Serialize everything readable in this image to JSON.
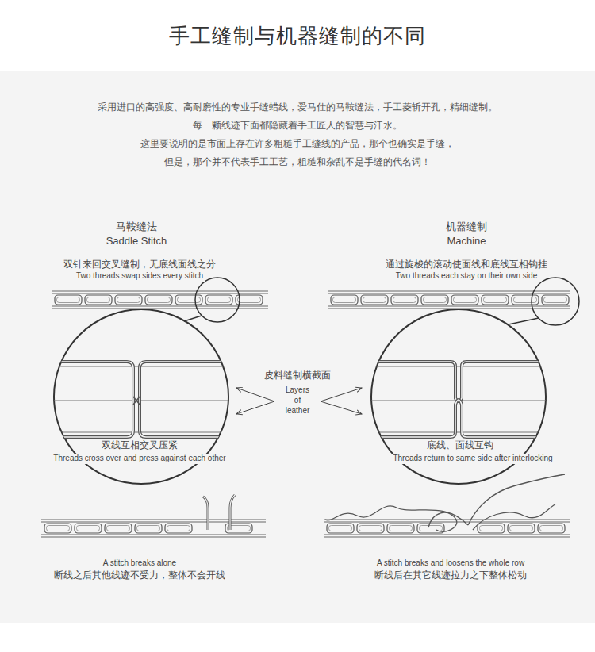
{
  "diagram": {
    "title": "手工缝制与机器缝制的不同",
    "labels": [
      "采用进口的高强度、高耐磨性的专业手缝蜡线，爱马仕的马鞍缝法，手工菱斩开孔，精细缝制。",
      "每一颗线迹下面都隐藏着手工匠人的智慧与汗水。",
      "这里要说明的是市面上存在许多粗糙手工缝线的产品，那个也确实是手缝，",
      "但是，那个并不代表手工工艺，粗糙和杂乱不是手缝的代名词！",
      "马鞍缝法",
      "Saddle Stitch",
      "双针来回交叉缝制，无底线面线之分",
      "Two threads swap sides every stitch",
      "机器缝制",
      "Machine",
      "通过旋梭的滚动使面线和底线互相钩挂",
      "Two threads each stay on their own side",
      "皮料缝制横截面",
      "Layers of leather",
      "双线互相交叉压紧",
      "Threads cross over and press against each other",
      "底线、面线互钩",
      "Threads return to same side after interlocking",
      "A stitch breaks alone",
      "断线之后其他线迹不受力，整体不会开线",
      "A stitch breaks and loosens the whole row",
      "断线后在其它线迹拉力之下整体松动"
    ]
  }
}
